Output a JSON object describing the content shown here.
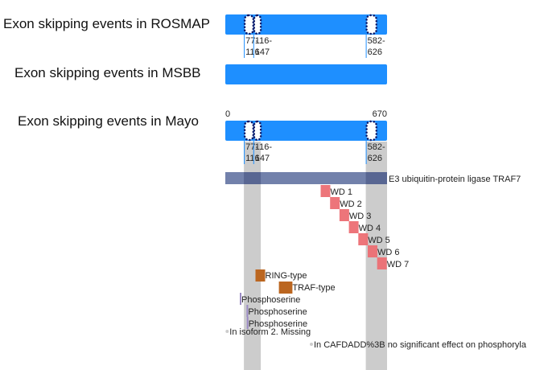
{
  "protein": {
    "length": 670,
    "scale_start_label": "0",
    "scale_end_label": "670"
  },
  "colors": {
    "track": "#1e8fff",
    "exon_border": "#0b1a6b",
    "highlight": "#cccccc",
    "chain": "#6a7aa6",
    "repeat": "#ec6e73",
    "domain": "#bb6620",
    "modified_residue": "#9b8ac4",
    "note_dot": "#cccccc",
    "tick": "#1e8fff"
  },
  "tracks": [
    {
      "label": "Exon skipping events in ROSMAP",
      "show_exons": true,
      "show_scale": false
    },
    {
      "label": "Exon skipping events in MSBB",
      "show_exons": false,
      "show_scale": false
    },
    {
      "label": "Exon skipping events in Mayo",
      "show_exons": true,
      "show_scale": true
    }
  ],
  "exons": [
    {
      "start": 77,
      "end": 116,
      "label_line1": "77-",
      "label_line2": "116"
    },
    {
      "start": 116,
      "end": 147,
      "label_line1": "116-",
      "label_line2": "147"
    },
    {
      "start": 582,
      "end": 626,
      "label_line1": "582-",
      "label_line2": "626"
    }
  ],
  "highlights": [
    {
      "start": 77,
      "end": 147
    },
    {
      "start": 582,
      "end": 670
    }
  ],
  "features": [
    {
      "type": "chain",
      "start": 1,
      "end": 670,
      "label": "E3 ubiquitin-protein ligase TRAF7"
    },
    {
      "type": "repeat",
      "start": 395,
      "end": 434,
      "label": "WD 1"
    },
    {
      "type": "repeat",
      "start": 434,
      "end": 473,
      "label": "WD 2"
    },
    {
      "type": "repeat",
      "start": 473,
      "end": 512,
      "label": "WD 3"
    },
    {
      "type": "repeat",
      "start": 512,
      "end": 551,
      "label": "WD 4"
    },
    {
      "type": "repeat",
      "start": 551,
      "end": 590,
      "label": "WD 5"
    },
    {
      "type": "repeat",
      "start": 590,
      "end": 629,
      "label": "WD 6"
    },
    {
      "type": "repeat",
      "start": 629,
      "end": 660,
      "label": "WD 7"
    },
    {
      "type": "domain",
      "start": 125,
      "end": 163,
      "label": "RING-type"
    },
    {
      "type": "domain",
      "start": 222,
      "end": 278,
      "label": "TRAF-type"
    },
    {
      "type": "modified_residue",
      "start": 60,
      "end": 61,
      "label": "Phosphoserine"
    },
    {
      "type": "modified_residue",
      "start": 88,
      "end": 89,
      "label": "Phosphoserine"
    },
    {
      "type": "modified_residue",
      "start": 89,
      "end": 90,
      "label": "Phosphoserine"
    },
    {
      "type": "note",
      "start": 1,
      "end": 2,
      "label": "In isoform 2. Missing"
    },
    {
      "type": "note",
      "start": 350,
      "end": 351,
      "label": "In CAFDADD%3B no significant effect on phosphoryla"
    }
  ]
}
